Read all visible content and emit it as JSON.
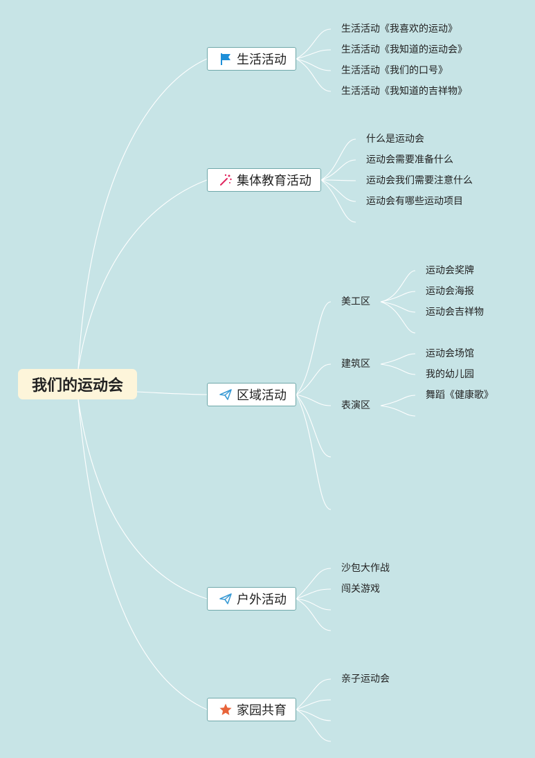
{
  "root": {
    "label": "我们的运动会"
  },
  "branches": [
    {
      "label": "生活活动",
      "icon": "flag-icon",
      "items": [
        "生活活动《我喜欢的运动》",
        "生活活动《我知道的运动会》",
        "生活活动《我们的口号》",
        "生活活动《我知道的吉祥物》"
      ]
    },
    {
      "label": "集体教育活动",
      "icon": "sparkle-wand-icon",
      "items": [
        "什么是运动会",
        "运动会需要准备什么",
        "运动会我们需要注意什么",
        "运动会有哪些运动项目"
      ]
    },
    {
      "label": "区域活动",
      "icon": "paper-plane-icon",
      "zones": [
        {
          "label": "美工区",
          "items": [
            "运动会奖牌",
            "运动会海报",
            "运动会吉祥物"
          ]
        },
        {
          "label": "建筑区",
          "items": [
            "运动会场馆",
            "我的幼儿园"
          ]
        },
        {
          "label": "表演区",
          "items": [
            "舞蹈《健康歌》"
          ]
        }
      ]
    },
    {
      "label": "户外活动",
      "icon": "paper-plane-icon",
      "items": [
        "沙包大作战",
        "闯关游戏"
      ]
    },
    {
      "label": "家园共育",
      "icon": "star-icon",
      "items": [
        "亲子运动会"
      ]
    }
  ],
  "colors": {
    "background": "#c7e4e6",
    "root_fill": "#fdf5da",
    "branch_border": "#6ea7a9",
    "connector": "#ffffff",
    "flag_icon": "#1e8fd8",
    "sparkle_icon": "#e0245e",
    "plane_icon": "#3a9bd5",
    "star_icon": "#e8643a"
  }
}
